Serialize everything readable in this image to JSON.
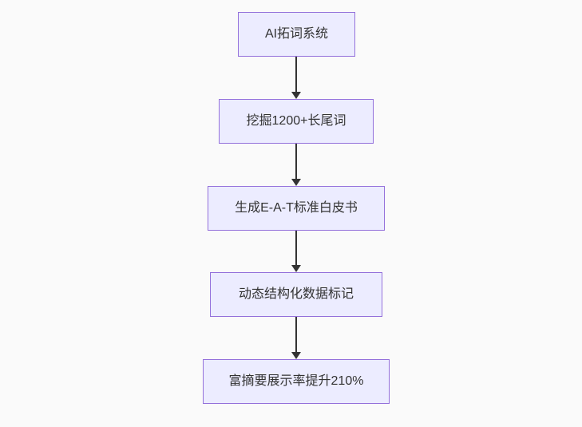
{
  "flowchart": {
    "nodes": [
      {
        "label": "AI拓词系统"
      },
      {
        "label": "挖掘1200+长尾词"
      },
      {
        "label": "生成E-A-T标准白皮书"
      },
      {
        "label": "动态结构化数据标记"
      },
      {
        "label": "富摘要展示率提升210%"
      }
    ],
    "edges": [
      {
        "from": 0,
        "to": 1
      },
      {
        "from": 1,
        "to": 2
      },
      {
        "from": 2,
        "to": 3
      },
      {
        "from": 3,
        "to": 4
      }
    ]
  },
  "theme": {
    "background": "#fafafa",
    "node_fill": "#ececff",
    "node_border": "#9370db",
    "text_color": "#333333",
    "arrow_color": "#333333"
  }
}
